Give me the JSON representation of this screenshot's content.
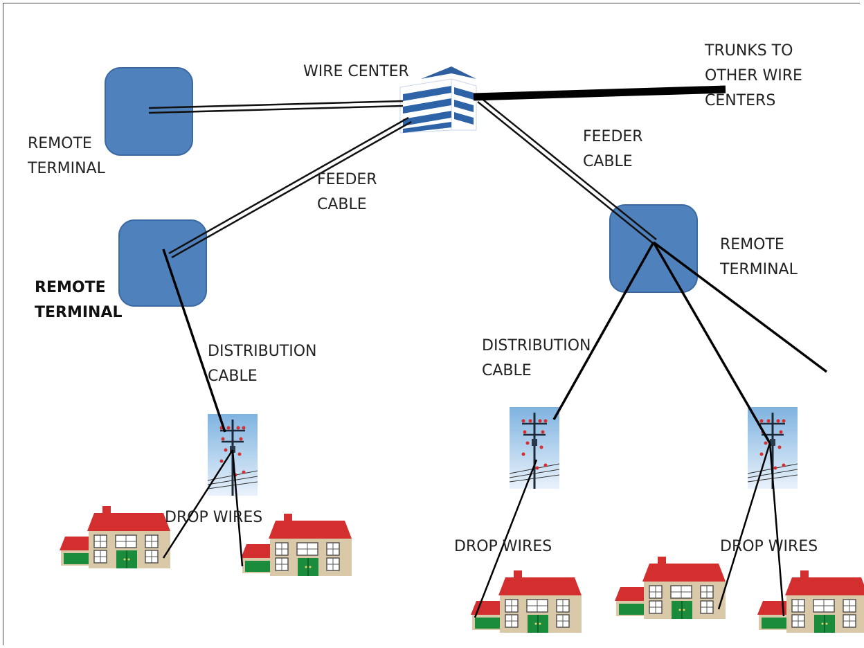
{
  "colors": {
    "terminal_fill": "#4f81bd",
    "terminal_stroke": "#3b6aa3",
    "roof": "#d32f2f",
    "wall": "#d9c9a8",
    "door": "#1a8c3c",
    "line": "#111111"
  },
  "icons": {
    "building": "office-building-icon",
    "pole": "utility-pole-icon",
    "house": "house-icon",
    "terminal": "remote-terminal-box"
  },
  "labels": {
    "wire_center": "WIRE CENTER",
    "trunks": "TRUNKS TO\nOTHER WIRE\nCENTERS",
    "remote_terminal_top_left": "REMOTE\nTERMINAL",
    "remote_terminal_mid_left": "REMOTE\nTERMINAL",
    "remote_terminal_right": "REMOTE\nTERMINAL",
    "feeder_cable_left": "FEEDER\nCABLE",
    "feeder_cable_right": "FEEDER\nCABLE",
    "distribution_cable_left": "DISTRIBUTION\nCABLE",
    "distribution_cable_right": "DISTRIBUTION\nCABLE",
    "drop_wires_left": "DROP WIRES",
    "drop_wires_mid": "DROP WIRES",
    "drop_wires_right": "DROP WIRES"
  }
}
